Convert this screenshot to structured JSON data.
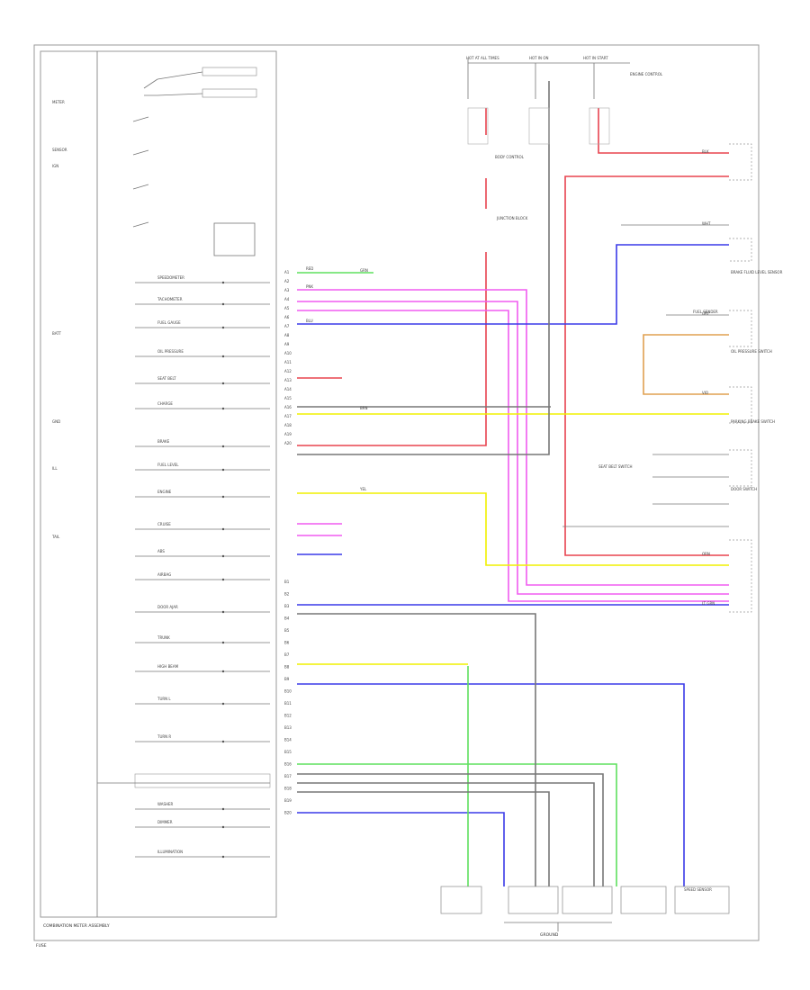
{
  "footer": {
    "page_label": "COMBINATION METER ASSEMBLY",
    "ground_label": "GROUND",
    "corner_label": "FUSE"
  },
  "meter_labels": [
    "SPEEDOMETER",
    "TACHOMETER",
    "FUEL GAUGE",
    "OIL PRESSURE",
    "SEAT BELT",
    "CHARGE",
    "BRAKE",
    "FUEL LEVEL",
    "ENGINE",
    "CRUISE",
    "ABS",
    "AIRBAG",
    "DOOR AJAR",
    "TRUNK",
    "HIGH BEAM",
    "TURN L",
    "TURN R",
    "WASHER",
    "DIMMER",
    "ILLUMINATION"
  ],
  "left_block_labels": [
    "METER",
    "SENSOR",
    "IGN",
    "BATT",
    "GND",
    "ILL",
    "TAIL"
  ],
  "connector_pins": [
    "A1",
    "A2",
    "A3",
    "A4",
    "A5",
    "A6",
    "A7",
    "A8",
    "A9",
    "A10",
    "A11",
    "A12",
    "A13",
    "A14",
    "A15",
    "A16",
    "A17",
    "A18",
    "A19",
    "A20",
    "B1",
    "B2",
    "B3",
    "B4",
    "B5",
    "B6",
    "B7",
    "B8",
    "B9",
    "B10",
    "B11",
    "B12",
    "B13",
    "B14",
    "B15",
    "B16",
    "B17",
    "B18",
    "B19",
    "B20"
  ],
  "right_labels": [
    "HOT AT ALL TIMES",
    "HOT IN ON",
    "HOT IN START",
    "ENGINE CONTROL",
    "BODY CONTROL",
    "JUNCTION BLOCK",
    "BRAKE FLUID LEVEL SENSOR",
    "FUEL SENDER",
    "OIL PRESSURE SWITCH",
    "PARKING BRAKE SWITCH",
    "SEAT BELT SWITCH",
    "DOOR SWITCH",
    "SPEED SENSOR"
  ],
  "wire_tags": [
    "RED",
    "PNK",
    "BLU",
    "GRN",
    "YEL",
    "BRN",
    "BLK",
    "WHT",
    "GRY",
    "VIO",
    "ORN",
    "LT GRN"
  ],
  "colors": {
    "red": "#e8434f",
    "pink": "#f05cf0",
    "blue": "#3a3ae8",
    "green": "#5ee05e",
    "yellow": "#f0f000",
    "orange": "#e0a050",
    "gray": "#777777"
  }
}
